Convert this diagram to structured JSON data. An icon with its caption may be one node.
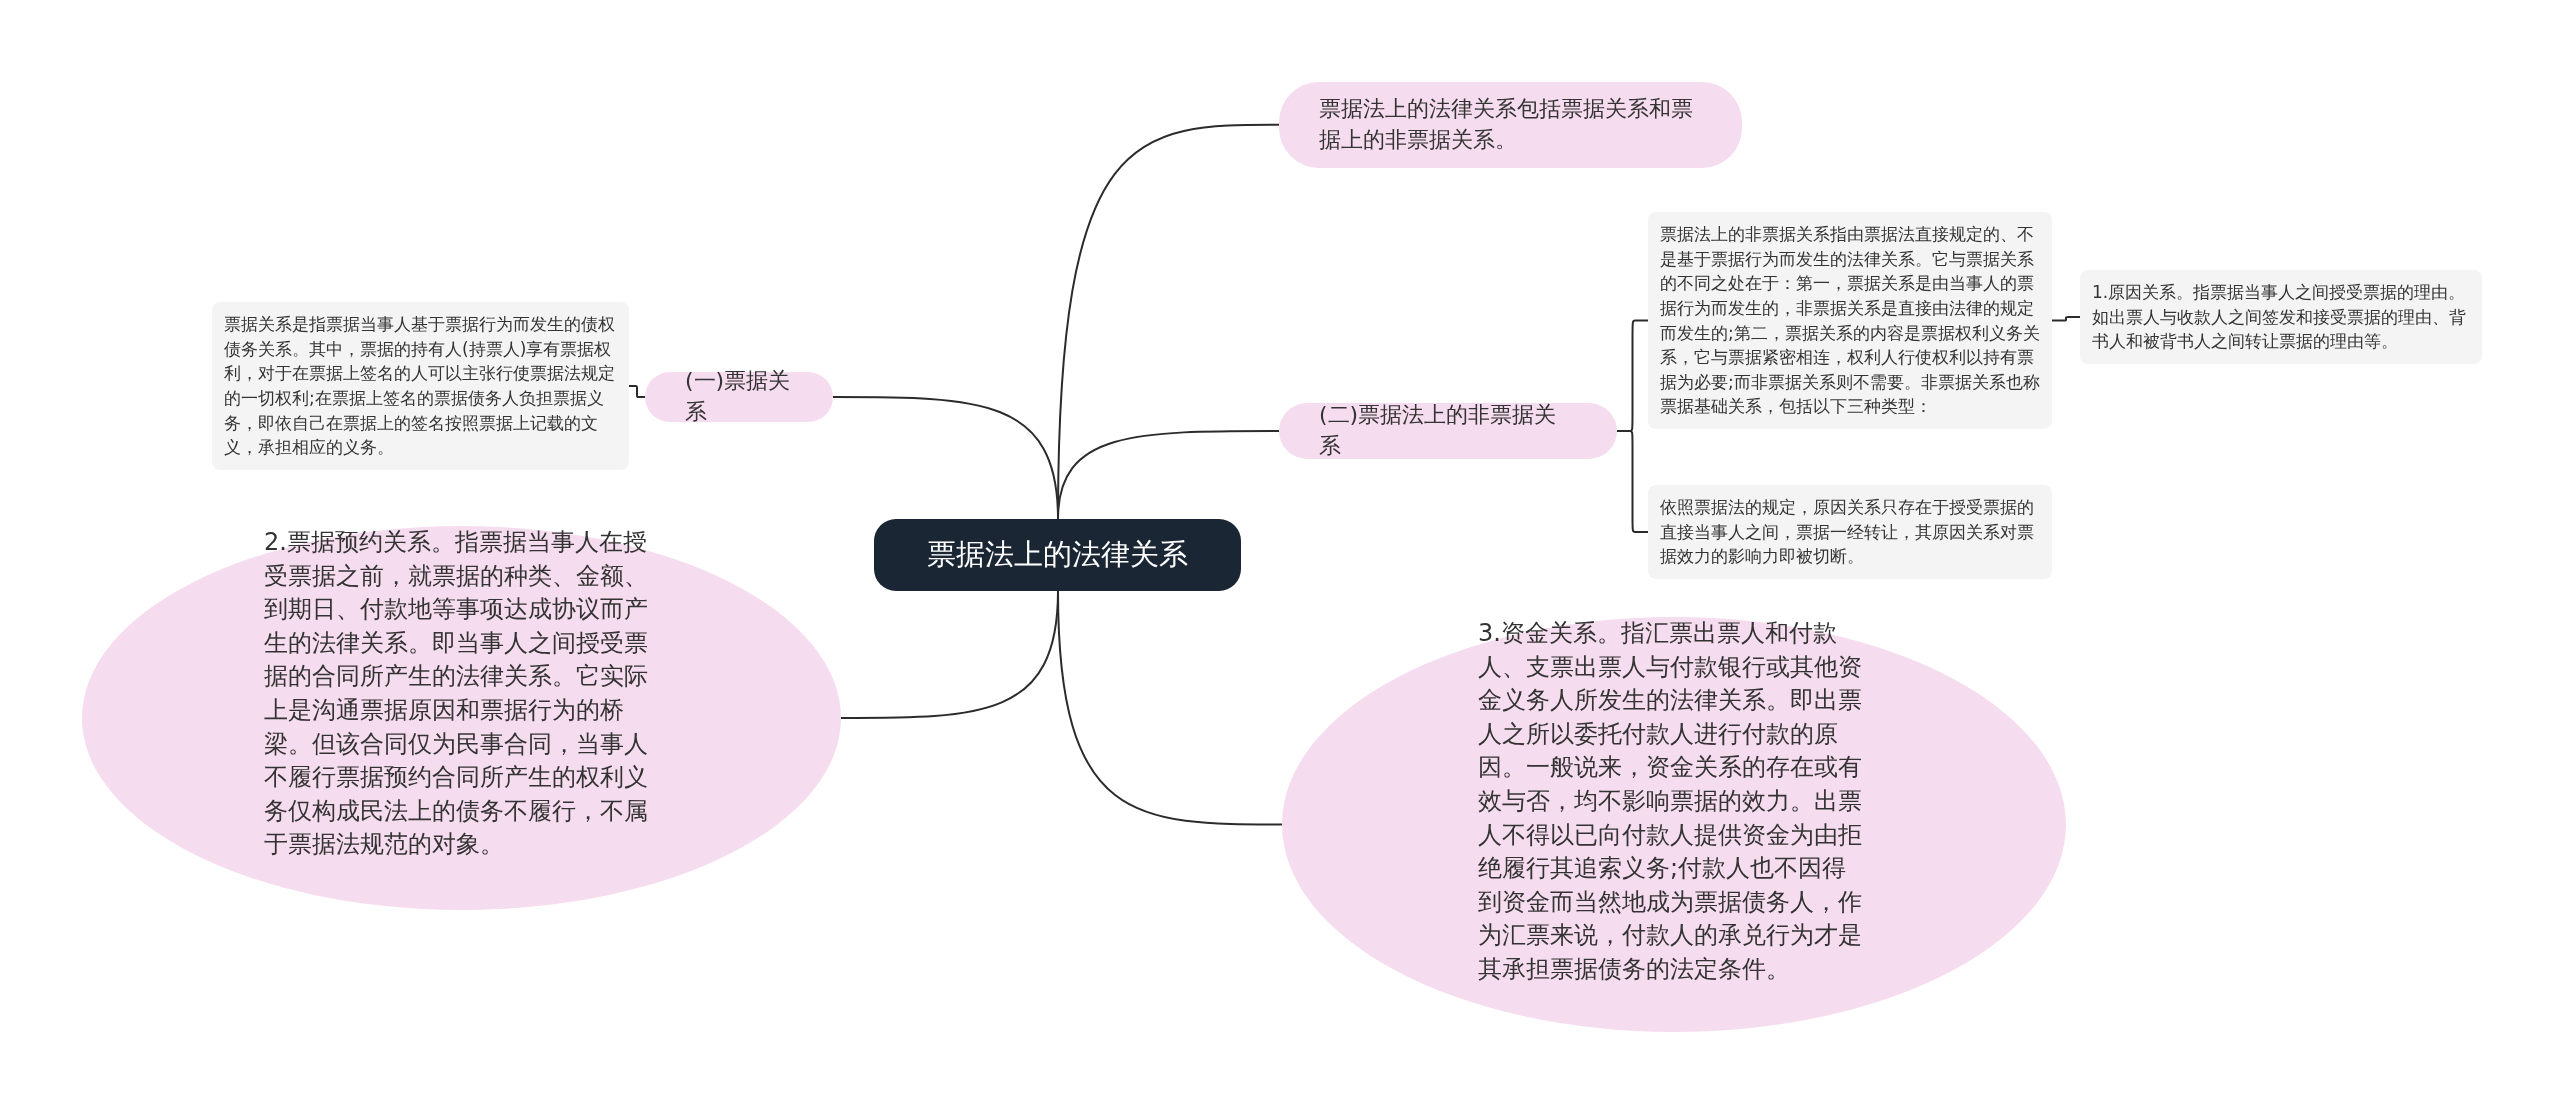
{
  "diagram": {
    "nodes": [
      {
        "text": [
          "票据法上的法律关系"
        ]
      },
      {
        "text": [
          "票据法上的法律关系包括票据关系和票据上的非票据关系。"
        ]
      },
      {
        "text": [
          "(二)票据法上的非票据关系"
        ]
      },
      {
        "text": [
          "票据法上的非票据关系指由票据法直接规定的、不是基于票据行为而发生的法律关系。它与票据关系的不同之处在于：第一，票据关系是由当事人的票据行为而发生的，非票据关系是直接由法律的规定而发生的;第二，票据关系的内容是票据权利义务关系，它与票据紧密相连，权利人行使权利以持有票据为必要;而非票据关系则不需要。非票据关系也称票据基础关系，包括以下三种类型："
        ]
      },
      {
        "text": [
          "1.原因关系。指票据当事人之间授受票据的理由。如出票人与收款人之间签发和接受票据的理由、背书人和被背书人之间转让票据的理由等。"
        ]
      },
      {
        "text": [
          "依照票据法的规定，原因关系只存在于授受票据的直接当事人之间，票据一经转让，其原因关系对票据效力的影响力即被切断。"
        ]
      },
      {
        "text": [
          "(一)票据关系"
        ]
      },
      {
        "text": [
          "票据关系是指票据当事人基于票据行为而发生的债权债务关系。其中，票据的持有人(持票人)享有票据权利，对于在票据上签名的人可以主张行使票据法规定的一切权利;在票据上签名的票据债务人负担票据义务，即依自己在票据上的签名按照票据上记载的文义，承担相应的义务。"
        ]
      },
      {
        "text": [
          "2.票据预约关系。指票据当事人在授受票据之前，就票据的种类、金额、到期日、付款地等事项达成协议而产生的法律关系。即当事人之间授受票据的合同所产生的法律关系。它实际上是沟通票据原因和票据行为的桥梁。但该合同仅为民事合同，当事人不履行票据预约合同所产生的权利义务仅构成民法上的债务不履行，不属于票据法规范的对象。"
        ]
      },
      {
        "text": [
          "3.资金关系。指汇票出票人和付款人、支票出票人与付款银行或其他资金义务人所发生的法律关系。即出票人之所以委托付款人进行付款的原因。一般说来，资金关系的存在或有效与否，均不影响票据的效力。出票人不得以已向付款人提供资金为由拒绝履行其追索义务;付款人也不因得到资金而当然地成为票据债务人，作为汇票来说，付款人的承兑行为才是其承担票据债务的法定条件。"
        ]
      }
    ],
    "edges": [
      {
        "from": 0,
        "to": 1,
        "arrow": "none"
      },
      {
        "from": 0,
        "to": 2,
        "arrow": "none"
      },
      {
        "from": 2,
        "to": 3,
        "arrow": "none"
      },
      {
        "from": 3,
        "to": 4,
        "arrow": "none"
      },
      {
        "from": 2,
        "to": 5,
        "arrow": "none"
      },
      {
        "from": 0,
        "to": 6,
        "arrow": "none"
      },
      {
        "from": 6,
        "to": 7,
        "arrow": "none"
      },
      {
        "from": 0,
        "to": 8,
        "arrow": "none"
      },
      {
        "from": 0,
        "to": 9,
        "arrow": "none"
      }
    ]
  }
}
